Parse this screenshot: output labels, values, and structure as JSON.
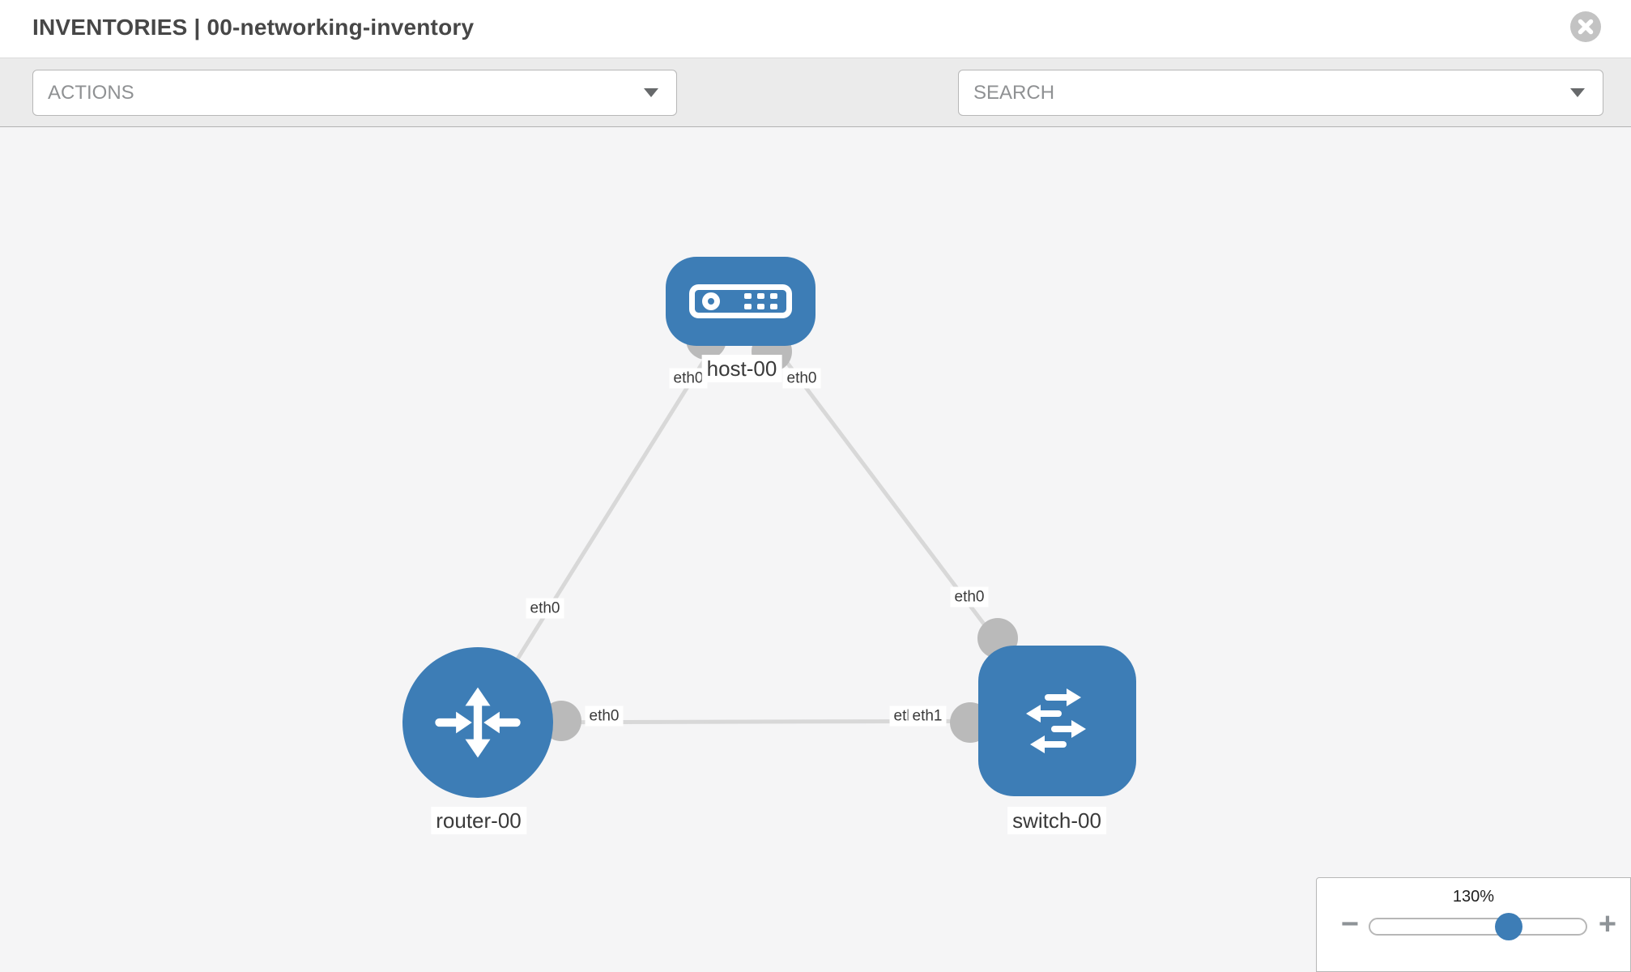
{
  "header": {
    "title": "INVENTORIES | 00-networking-inventory"
  },
  "toolbar": {
    "actions_label": "ACTIONS",
    "search_placeholder": "SEARCH"
  },
  "diagram": {
    "nodes": [
      {
        "id": "host-00",
        "label": "host-00",
        "type": "host"
      },
      {
        "id": "router-00",
        "label": "router-00",
        "type": "router"
      },
      {
        "id": "switch-00",
        "label": "switch-00",
        "type": "switch"
      }
    ],
    "links": [
      {
        "from": "router-00",
        "to": "host-00",
        "from_interface": "eth0",
        "to_interface": "eth0"
      },
      {
        "from": "host-00",
        "to": "switch-00",
        "from_interface": "eth0",
        "to_interface": "eth0"
      },
      {
        "from": "router-00",
        "to": "switch-00",
        "from_interface": "eth0",
        "to_interface": "eth1",
        "to_interface_overlapped": "eth0"
      }
    ]
  },
  "zoom_control": {
    "value": "130%",
    "minus": "−",
    "plus": "+"
  },
  "colors": {
    "node_blue": "#3d7db6",
    "edge_gray": "#d8d8d8",
    "stub_gray": "#bababa",
    "toolbar_bg": "#ebebeb",
    "canvas_bg": "#f5f5f6",
    "border_gray": "#b7b7b7",
    "muted_text": "#8f9193",
    "title_text": "#474747",
    "label_text": "#3a3a3a",
    "icon_gray": "#6a6e72",
    "close_gray": "#c3c3c3"
  }
}
